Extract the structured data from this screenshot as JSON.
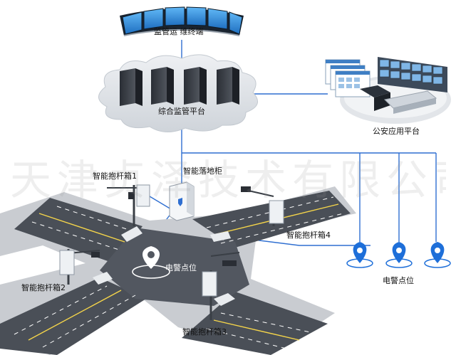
{
  "labels": {
    "monitor_ops": "监管运 维终端",
    "platform": "综合监管平台",
    "police_platform": "公安应用平台",
    "floor_cabinet": "智能落地柜",
    "box1": "智能抱杆箱1",
    "box2": "智能抱杆箱2",
    "box3": "智能抱杆箱3",
    "box4": "智能抱杆箱4",
    "police_point_center": "电警点位",
    "police_point_right": "电警点位"
  },
  "watermark": "天津贞泽技术有限公司",
  "colors": {
    "link_line": "#2f6fd1",
    "cloud": "#dfe3e8",
    "road": "#4a4f57",
    "pin": "#1e6fd9"
  }
}
